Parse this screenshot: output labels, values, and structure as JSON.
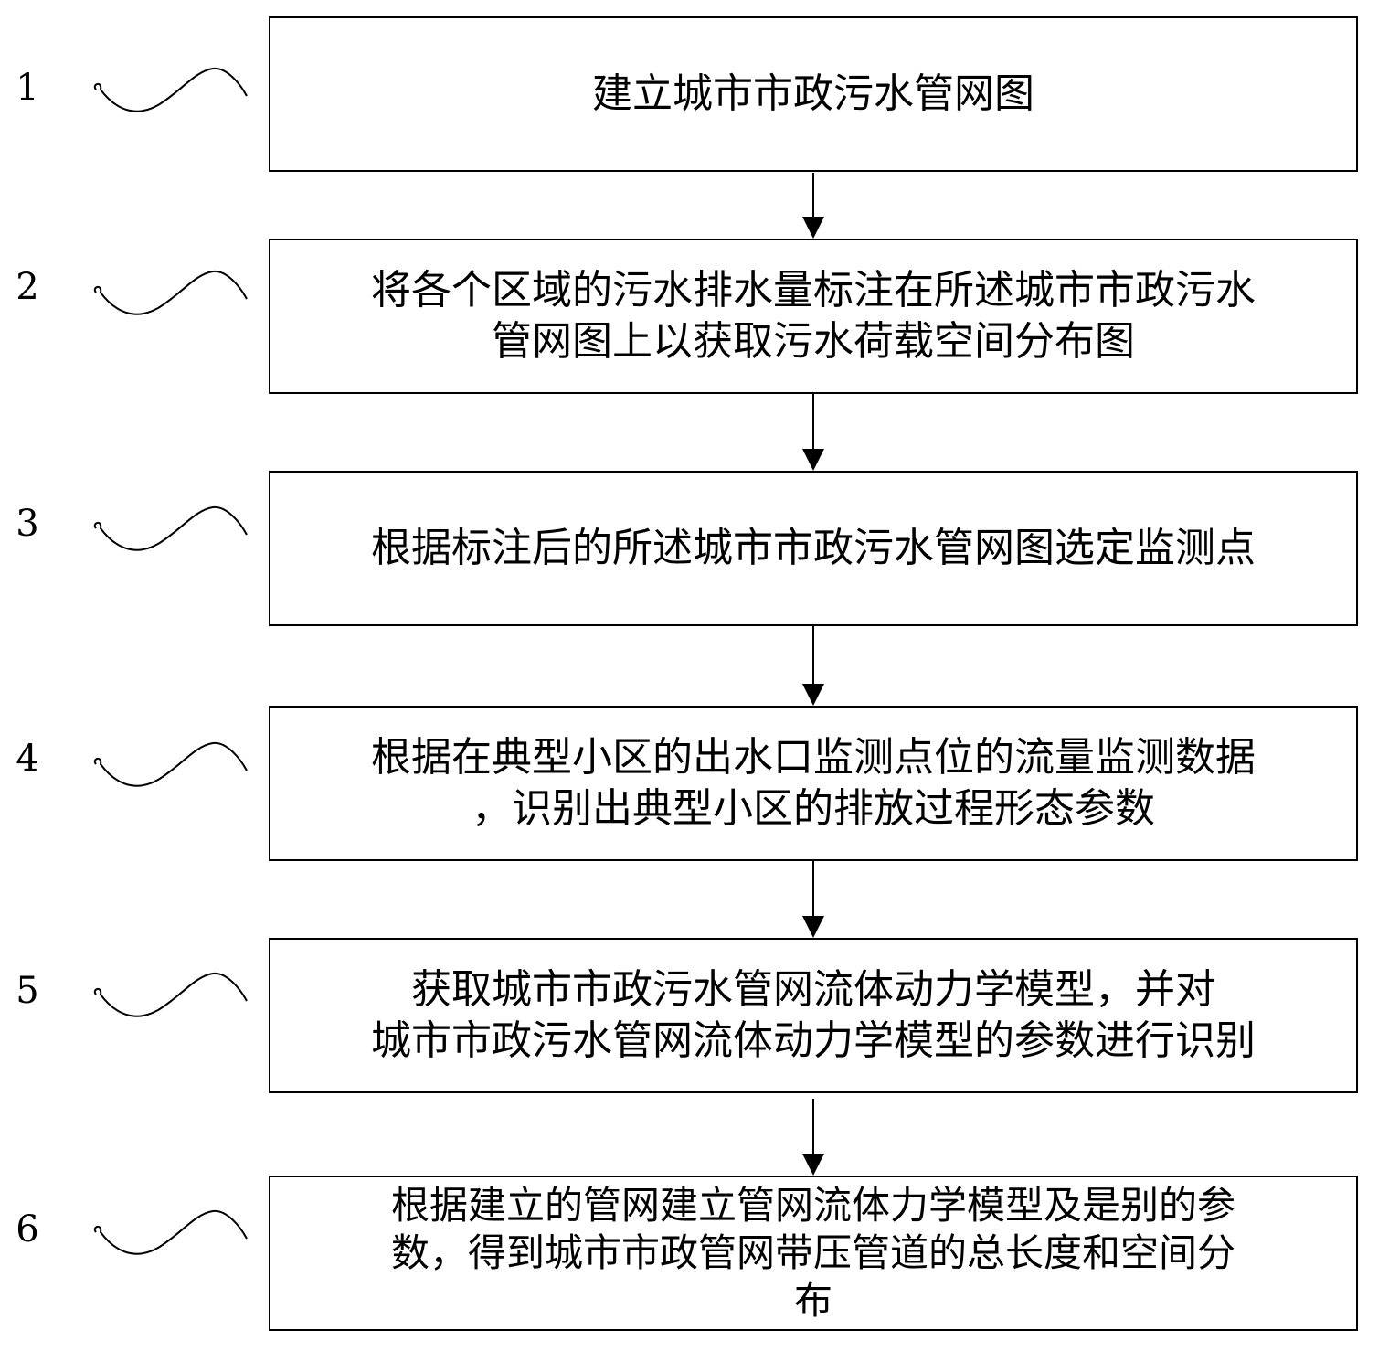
{
  "steps": [
    {
      "number": "1",
      "text": "建立城市市政污水管网图"
    },
    {
      "number": "2",
      "text": "将各个区域的污水排水量标注在所述城市市政污水\n管网图上以获取污水荷载空间分布图"
    },
    {
      "number": "3",
      "text": "根据标注后的所述城市市政污水管网图选定监测点"
    },
    {
      "number": "4",
      "text": "根据在典型小区的出水口监测点位的流量监测数据\n，识别出典型小区的排放过程形态参数"
    },
    {
      "number": "5",
      "text": "获取城市市政污水管网流体动力学模型，并对\n城市市政污水管网流体动力学模型的参数进行识别"
    },
    {
      "number": "6",
      "text": "根据建立的管网建立管网流体力学模型及是别的参\n数，得到城市市政管网带压管道的总长度和空间分\n布"
    }
  ]
}
